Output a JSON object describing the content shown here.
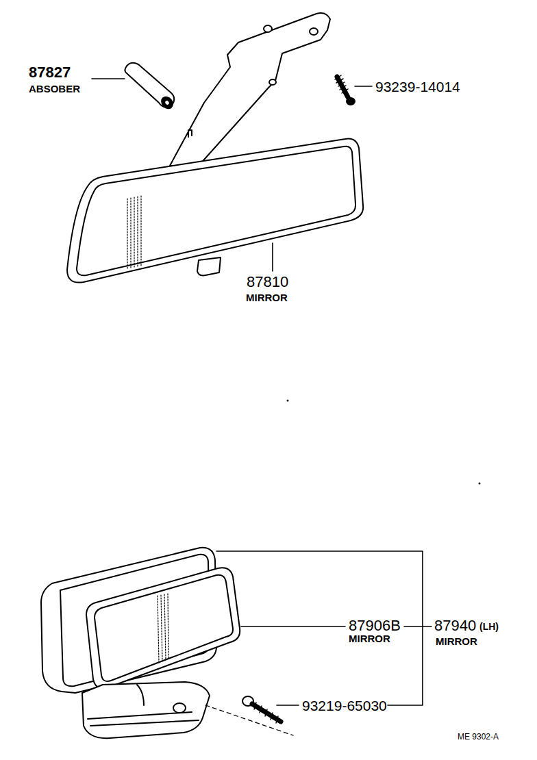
{
  "diagram": {
    "labels": [
      "87827",
      "ABSOBER",
      "93239-14014",
      "87810",
      "MIRROR",
      "87906B",
      "MIRROR",
      "87940",
      "(LH)",
      "MIRROR",
      "93219-65030",
      "ME 9302-A"
    ]
  }
}
